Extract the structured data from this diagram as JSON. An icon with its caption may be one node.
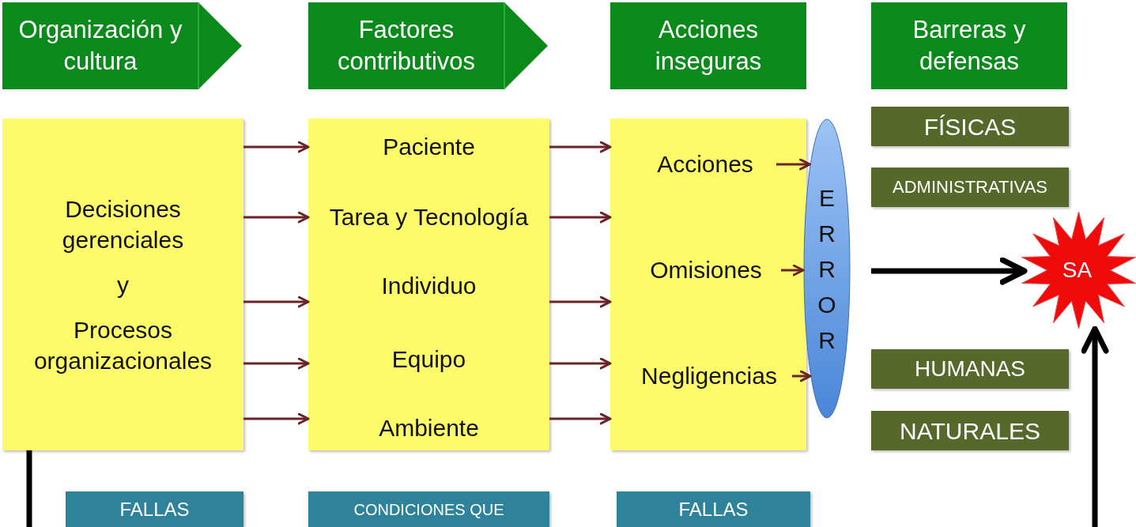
{
  "diagram": {
    "nodes": [
      {
        "text": [
          "Organización y cultura"
        ]
      },
      {
        "text": [
          "Factores contributivos"
        ]
      },
      {
        "text": [
          "Acciones inseguras"
        ]
      },
      {
        "text": [
          "Barreras y defensas"
        ]
      },
      {
        "text": [
          "Decisiones gerenciales",
          "y",
          "Procesos organizacionales"
        ]
      },
      {
        "text": [],
        "shape": "box"
      },
      {
        "text": [
          "Paciente"
        ],
        "in": 5
      },
      {
        "text": [
          "Tarea y Tecnología"
        ],
        "in": 5
      },
      {
        "text": [
          "Individuo"
        ],
        "in": 5
      },
      {
        "text": [
          "Equipo"
        ],
        "in": 5
      },
      {
        "text": [
          "Ambiente"
        ],
        "in": 5
      },
      {
        "text": [],
        "shape": "box"
      },
      {
        "text": [
          "Acciones"
        ],
        "in": 11
      },
      {
        "text": [
          "Omisiones"
        ],
        "in": 11
      },
      {
        "text": [
          "Negligencias"
        ],
        "in": 11
      },
      {
        "text": [
          "ERROR"
        ]
      },
      {
        "text": [
          "FÍSICAS"
        ]
      },
      {
        "text": [
          "ADMINISTRATIVAS"
        ]
      },
      {
        "text": [
          "HUMANAS"
        ]
      },
      {
        "text": [
          "NATURALES"
        ]
      },
      {
        "text": [
          "SA"
        ]
      },
      {
        "text": [
          "FALLAS"
        ]
      },
      {
        "text": [
          "CONDICIONES QUE"
        ]
      },
      {
        "text": [
          "FALLAS"
        ]
      }
    ],
    "edges": [
      {
        "from": 4,
        "to": 5,
        "arrow": "to"
      },
      {
        "from": 4,
        "to": 5,
        "arrow": "to"
      },
      {
        "from": 4,
        "to": 5,
        "arrow": "to"
      },
      {
        "from": 4,
        "to": 5,
        "arrow": "to"
      },
      {
        "from": 4,
        "to": 5,
        "arrow": "to"
      },
      {
        "from": 5,
        "to": 11,
        "arrow": "to"
      },
      {
        "from": 5,
        "to": 11,
        "arrow": "to"
      },
      {
        "from": 5,
        "to": 11,
        "arrow": "to"
      },
      {
        "from": 5,
        "to": 11,
        "arrow": "to"
      },
      {
        "from": 5,
        "to": 11,
        "arrow": "to"
      },
      {
        "from": 12,
        "to": 15,
        "arrow": "to"
      },
      {
        "from": 13,
        "to": 15,
        "arrow": "to"
      },
      {
        "from": 14,
        "to": 15,
        "arrow": "to"
      },
      {
        "from": null,
        "to": 20,
        "arrow": "to",
        "style": "thick",
        "color": "#000000"
      },
      {
        "from": null,
        "to": 20,
        "arrow": "to",
        "style": "thick",
        "color": "#000000"
      },
      {
        "from": 4,
        "to": null,
        "arrow": "none",
        "style": "thick",
        "color": "#000000"
      }
    ]
  }
}
